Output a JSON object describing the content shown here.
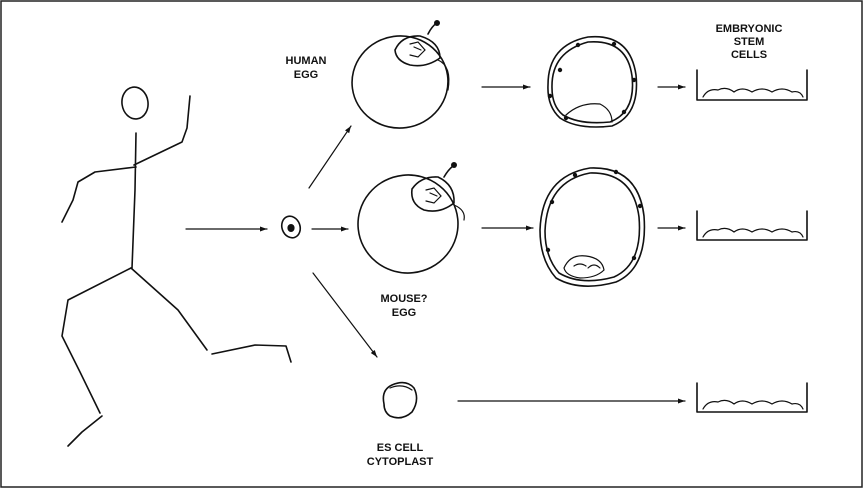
{
  "figure": {
    "labels": {
      "human_egg": [
        "HUMAN",
        "EGG"
      ],
      "mouse_egg": [
        "MOUSE?",
        "EGG"
      ],
      "es_cell_cytoplast": [
        "ES CELL",
        "CYTOPLAST"
      ],
      "embryonic_stem_cells": [
        "EMBRYONIC",
        "STEM",
        "CELLS"
      ]
    }
  }
}
